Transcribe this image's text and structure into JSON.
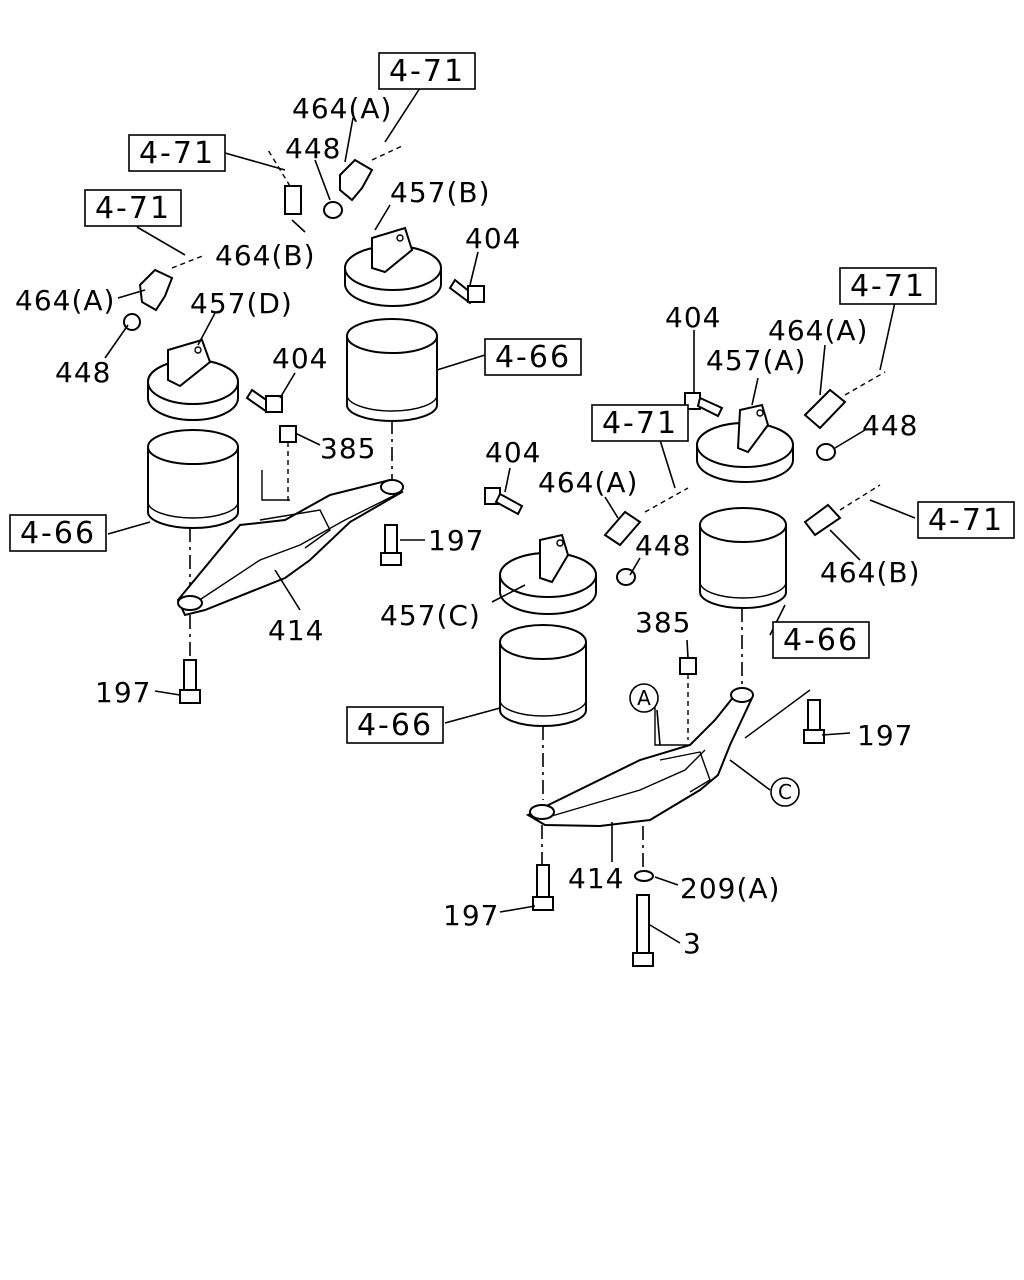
{
  "labels": {
    "ref_4_71": "4-71",
    "ref_4_66": "4-66",
    "p464a": "464(A)",
    "p464b": "464(B)",
    "p448": "448",
    "p457b": "457(B)",
    "p457d": "457(D)",
    "p457a": "457(A)",
    "p457c": "457(C)",
    "p404": "404",
    "p385": "385",
    "p197": "197",
    "p414": "414",
    "p209a": "209(A)",
    "p3": "3",
    "markA": "A",
    "markC": "C"
  }
}
